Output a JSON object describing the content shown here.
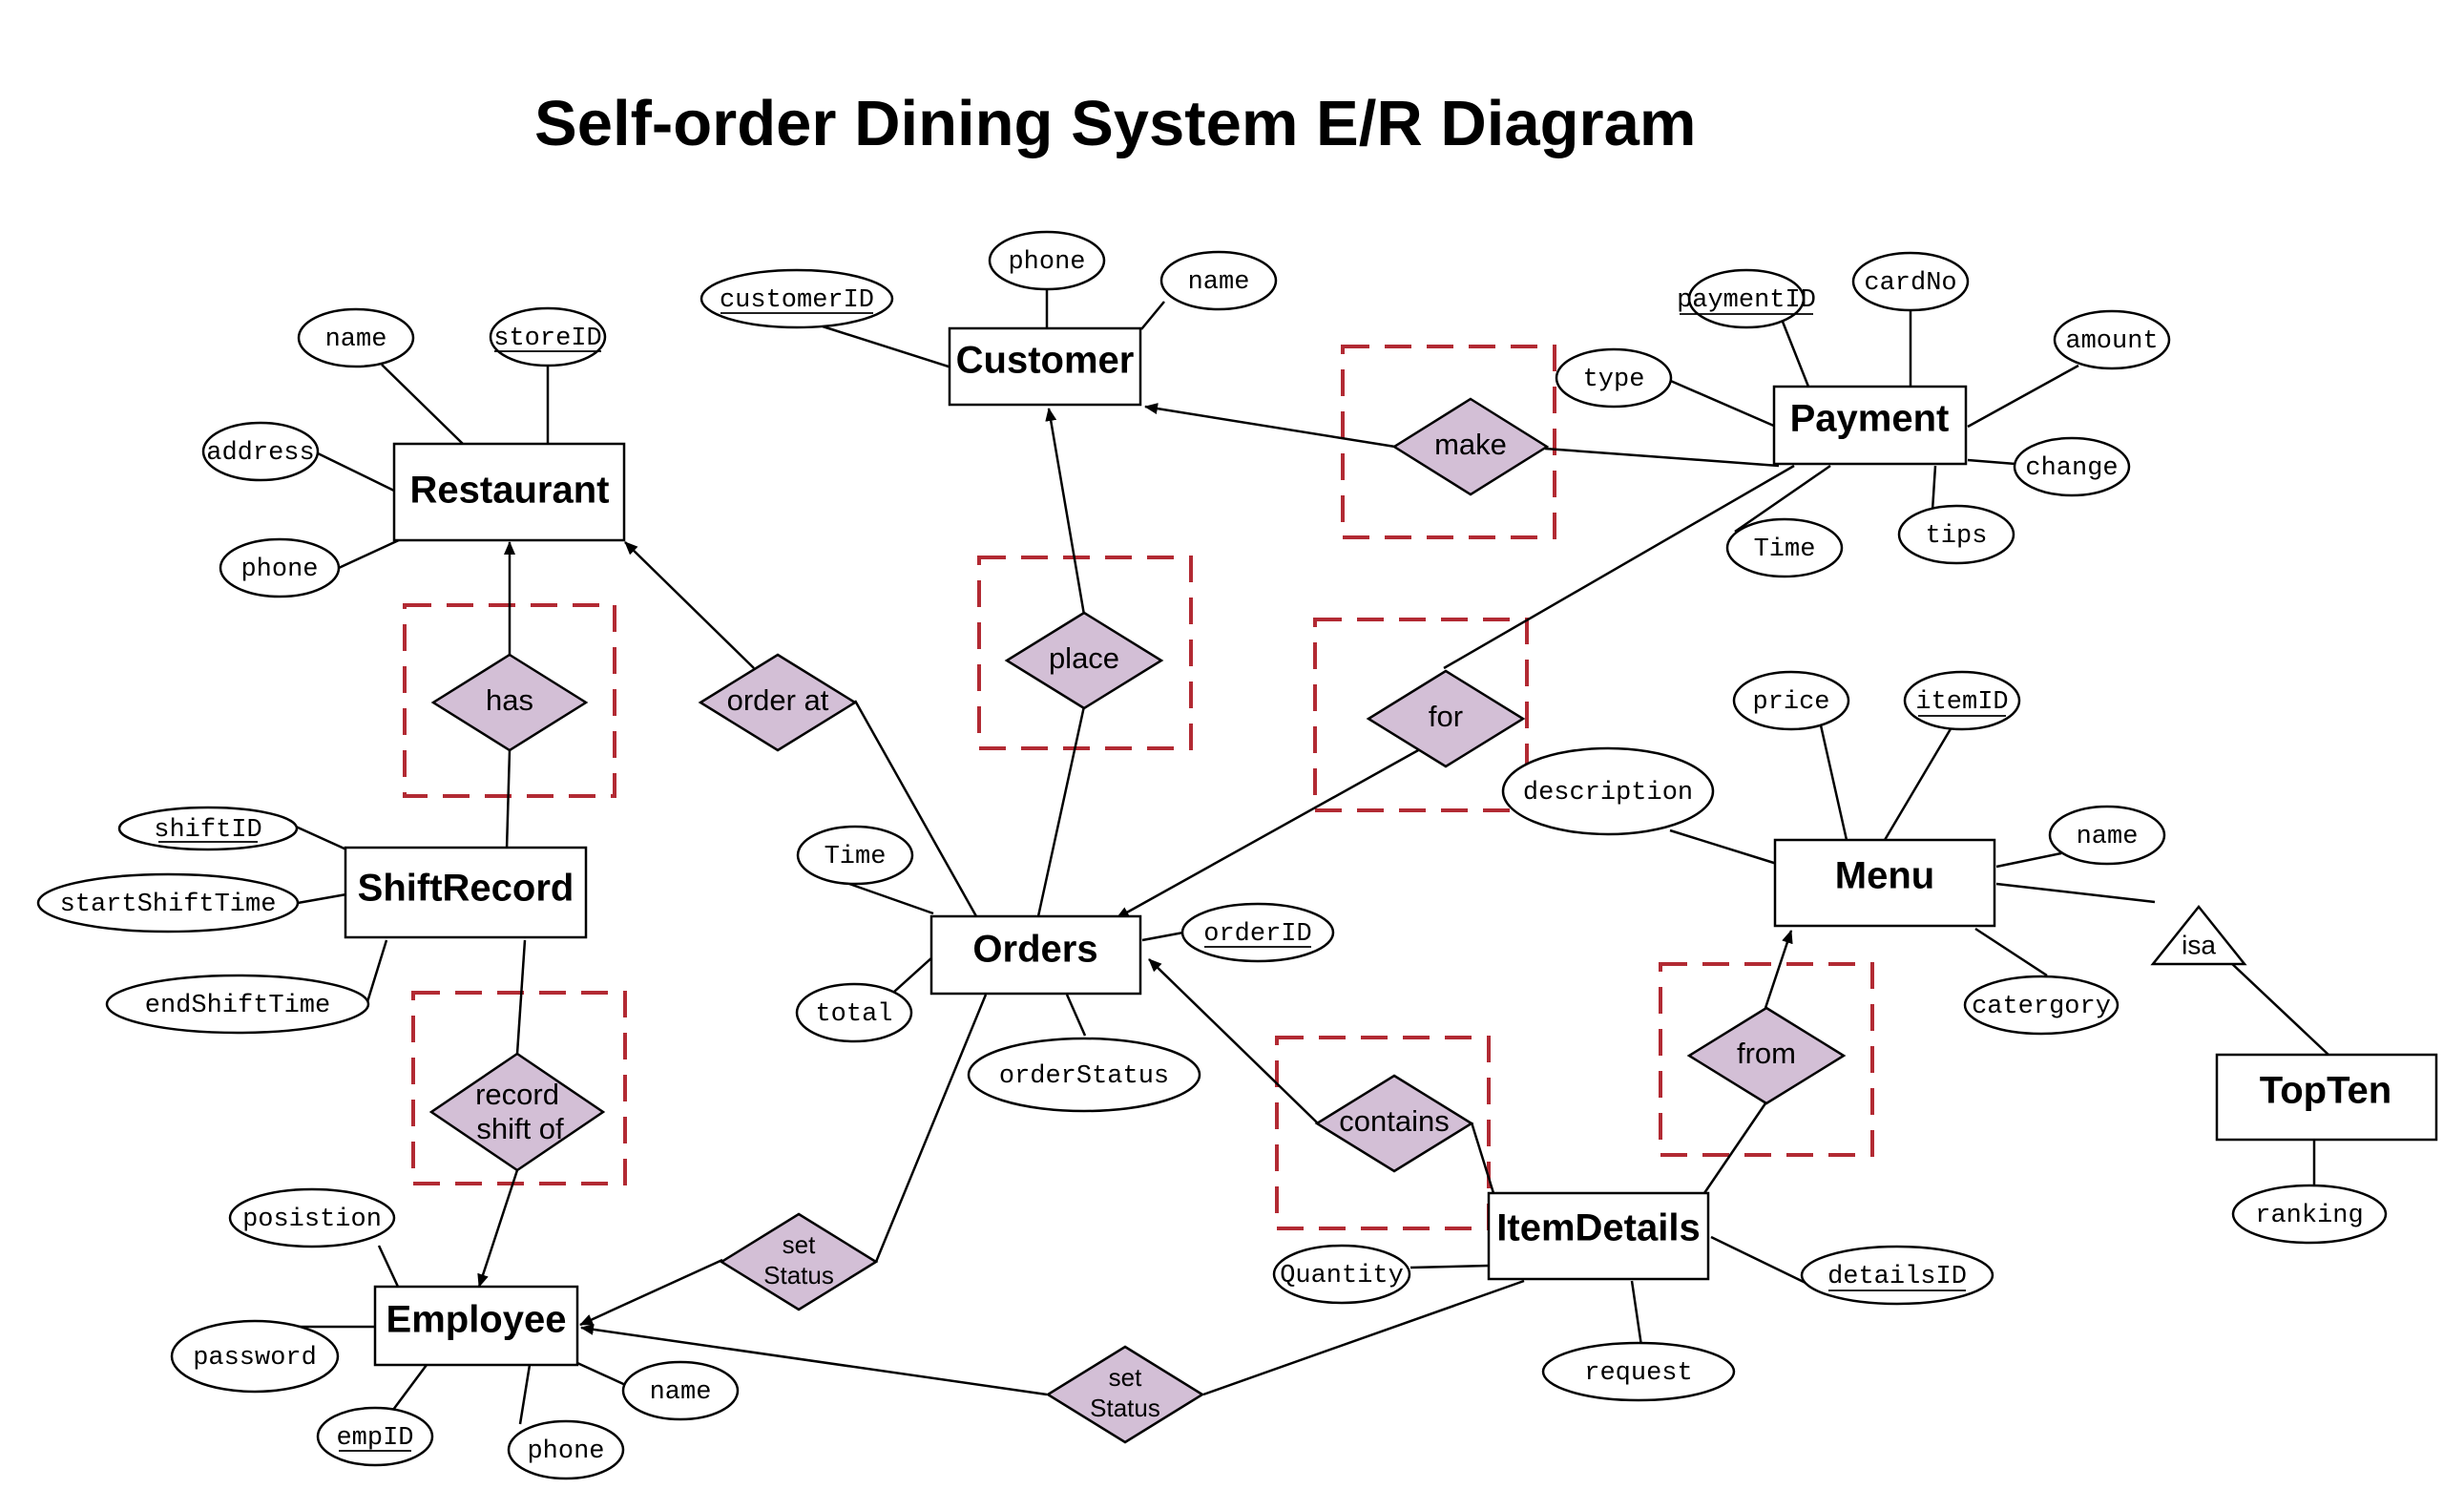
{
  "title": "Self-order Dining System E/R Diagram",
  "entities": {
    "restaurant": "Restaurant",
    "customer": "Customer",
    "payment": "Payment",
    "shiftrecord": "ShiftRecord",
    "orders": "Orders",
    "menu": "Menu",
    "topten": "TopTen",
    "employee": "Employee",
    "itemdetails": "ItemDetails"
  },
  "attributes": {
    "restaurant_name": "name",
    "restaurant_storeid": "storeID",
    "restaurant_address": "address",
    "restaurant_phone": "phone",
    "customer_customerid": "customerID",
    "customer_phone": "phone",
    "customer_name": "name",
    "payment_paymentid": "paymentID",
    "payment_cardno": "cardNo",
    "payment_amount": "amount",
    "payment_type": "type",
    "payment_change": "change",
    "payment_time": "Time",
    "payment_tips": "tips",
    "shift_shiftid": "shiftID",
    "shift_start": "startShiftTime",
    "shift_end": "endShiftTime",
    "orders_time": "Time",
    "orders_total": "total",
    "orders_orderid": "orderID",
    "orders_status": "orderStatus",
    "menu_price": "price",
    "menu_itemid": "itemID",
    "menu_description": "description",
    "menu_name": "name",
    "menu_category": "catergory",
    "topten_ranking": "ranking",
    "employee_position": "posistion",
    "employee_password": "password",
    "employee_empid": "empID",
    "employee_phone": "phone",
    "employee_name": "name",
    "itemdetails_quantity": "Quantity",
    "itemdetails_detailsid": "detailsID",
    "itemdetails_request": "request"
  },
  "relationships": {
    "make": "make",
    "place": "place",
    "has": "has",
    "order_at": "order at",
    "for": "for",
    "record_shift_of_line1": "record",
    "record_shift_of_line2": "shift of",
    "contains": "contains",
    "from": "from",
    "set_status_1_line1": "set",
    "set_status_1_line2": "Status",
    "set_status_2_line1": "set",
    "set_status_2_line2": "Status"
  },
  "isa": "isa",
  "colors": {
    "relationship_fill": "#d3bfd6",
    "dashed_box": "#b22a33",
    "stroke": "#000000"
  }
}
